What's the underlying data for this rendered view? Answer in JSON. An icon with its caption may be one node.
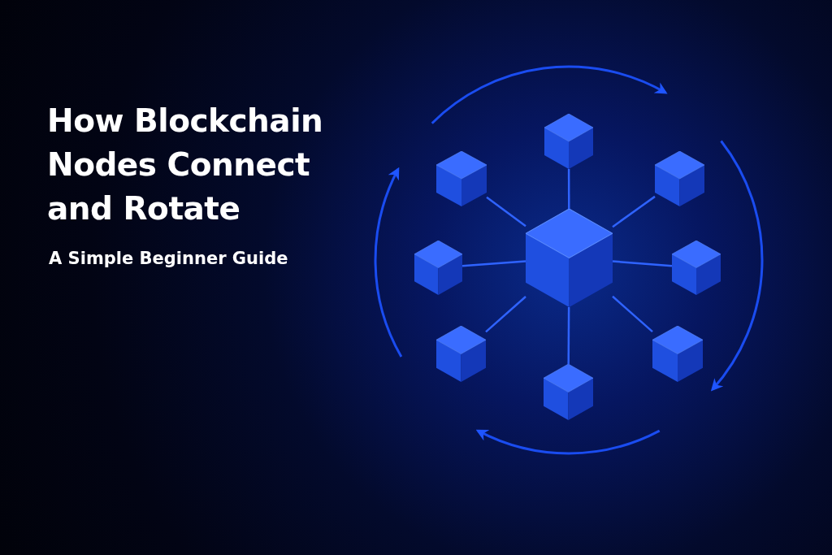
{
  "diagram": {
    "title": "How Blockchain Nodes Connect and Rotate",
    "nodes": [
      {
        "text": [],
        "shape": "cube"
      },
      {
        "text": [],
        "shape": "cube"
      },
      {
        "text": [],
        "shape": "cube"
      },
      {
        "text": [],
        "shape": "cube"
      },
      {
        "text": [],
        "shape": "cube"
      },
      {
        "text": [],
        "shape": "cube"
      },
      {
        "text": [],
        "shape": "cube"
      },
      {
        "text": [],
        "shape": "cube"
      },
      {
        "text": [],
        "shape": "cube"
      }
    ],
    "edges": [
      {
        "from": 0,
        "to": 1,
        "arrow": "none"
      },
      {
        "from": 0,
        "to": 2,
        "arrow": "none"
      },
      {
        "from": 0,
        "to": 3,
        "arrow": "none"
      },
      {
        "from": 0,
        "to": 4,
        "arrow": "none"
      },
      {
        "from": 0,
        "to": 5,
        "arrow": "none"
      },
      {
        "from": 0,
        "to": 6,
        "arrow": "none"
      },
      {
        "from": 0,
        "to": 7,
        "arrow": "none"
      },
      {
        "from": 0,
        "to": 8,
        "arrow": "none"
      }
    ],
    "labels": [
      "A Simple Beginner Guide"
    ]
  }
}
